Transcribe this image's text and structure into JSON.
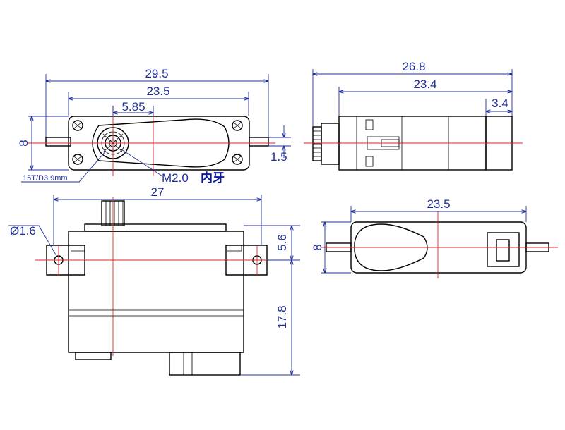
{
  "dimensions": {
    "top_front": {
      "overall_width": "29.5",
      "mount_span": "23.5",
      "shaft_offset": "5.85",
      "height": "8",
      "tab_thickness": "1.5",
      "spline_label": "15T/D3.9mm",
      "thread_label": "M2.0",
      "thread_label_cn": "内牙"
    },
    "top_side": {
      "overall_length": "26.8",
      "body_length": "23.4",
      "cap_length": "3.4"
    },
    "bottom_front": {
      "width": "27",
      "hole_diameter": "Ø1.6",
      "tab_height": "5.6",
      "body_height": "17.8"
    },
    "bottom_top": {
      "length": "23.5",
      "height": "8"
    }
  },
  "colors": {
    "outline": "#000000",
    "dimension": "#1f2f9a",
    "centerline": "#e0252b"
  }
}
